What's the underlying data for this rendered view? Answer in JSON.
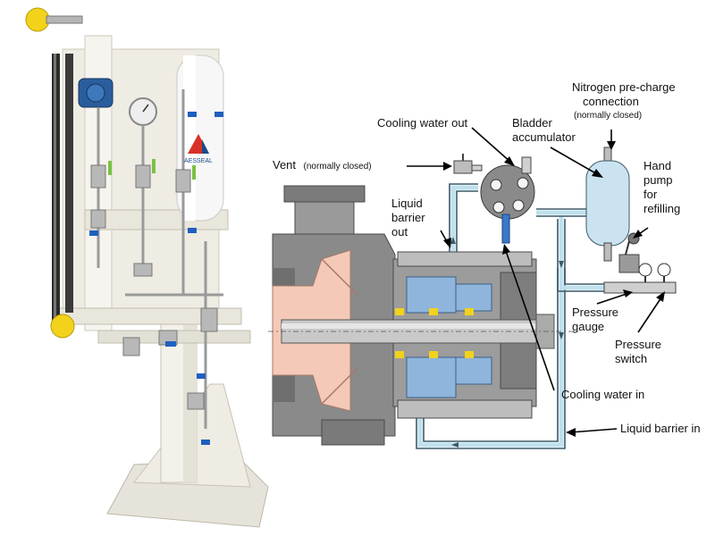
{
  "photo": {
    "logo_text": "AESSEAL",
    "accent_yellow": "#f2d21b",
    "frame_color": "#f3f1ea"
  },
  "diagram": {
    "colors": {
      "water": "#bfe0ee",
      "casing": "#8e8e8e",
      "casing_dark": "#6d6d6d",
      "impeller": "#f4c9b8",
      "seal_block": "#8fb5dc",
      "shaft": "#c9c9c9",
      "accumulator": "#cbe3f1"
    },
    "labels": {
      "cooling_water_out": "Cooling water out",
      "bladder_line1": "Bladder",
      "bladder_line2": "accumulator",
      "nitrogen_line1": "Nitrogen pre-charge",
      "nitrogen_line2": "connection",
      "nitrogen_note": "(normally closed)",
      "vent": "Vent",
      "vent_note": "(normally closed)",
      "liquid_barrier_out_1": "Liquid",
      "liquid_barrier_out_2": "barrier",
      "liquid_barrier_out_3": "out",
      "hand_pump_1": "Hand",
      "hand_pump_2": "pump",
      "hand_pump_3": "for",
      "hand_pump_4": "refilling",
      "pressure_gauge_1": "Pressure",
      "pressure_gauge_2": "gauge",
      "pressure_switch_1": "Pressure",
      "pressure_switch_2": "switch",
      "cooling_water_in": "Cooling water in",
      "liquid_barrier_in": "Liquid barrier in"
    }
  }
}
